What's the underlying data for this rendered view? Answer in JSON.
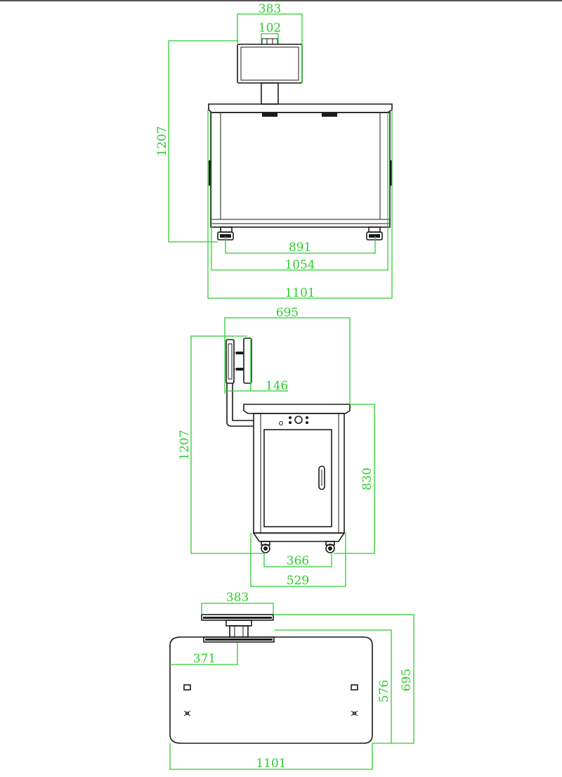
{
  "colors": {
    "dimension": "#2ecc2e",
    "outline": "#1a1a1a",
    "background": "#ffffff"
  },
  "front_view": {
    "dims": {
      "monitor_width": "383",
      "mount_width": "102",
      "total_height": "1207",
      "caster_span": "891",
      "body_width": "1054",
      "top_width": "1101"
    }
  },
  "side_view": {
    "dims": {
      "total_depth": "695",
      "monitor_depth": "146",
      "total_height": "1207",
      "body_height": "830",
      "caster_span": "366",
      "base_depth": "529"
    }
  },
  "top_view": {
    "dims": {
      "monitor_width": "383",
      "arm_offset": "371",
      "top_width": "1101",
      "top_depth": "576",
      "total_depth": "695"
    }
  }
}
